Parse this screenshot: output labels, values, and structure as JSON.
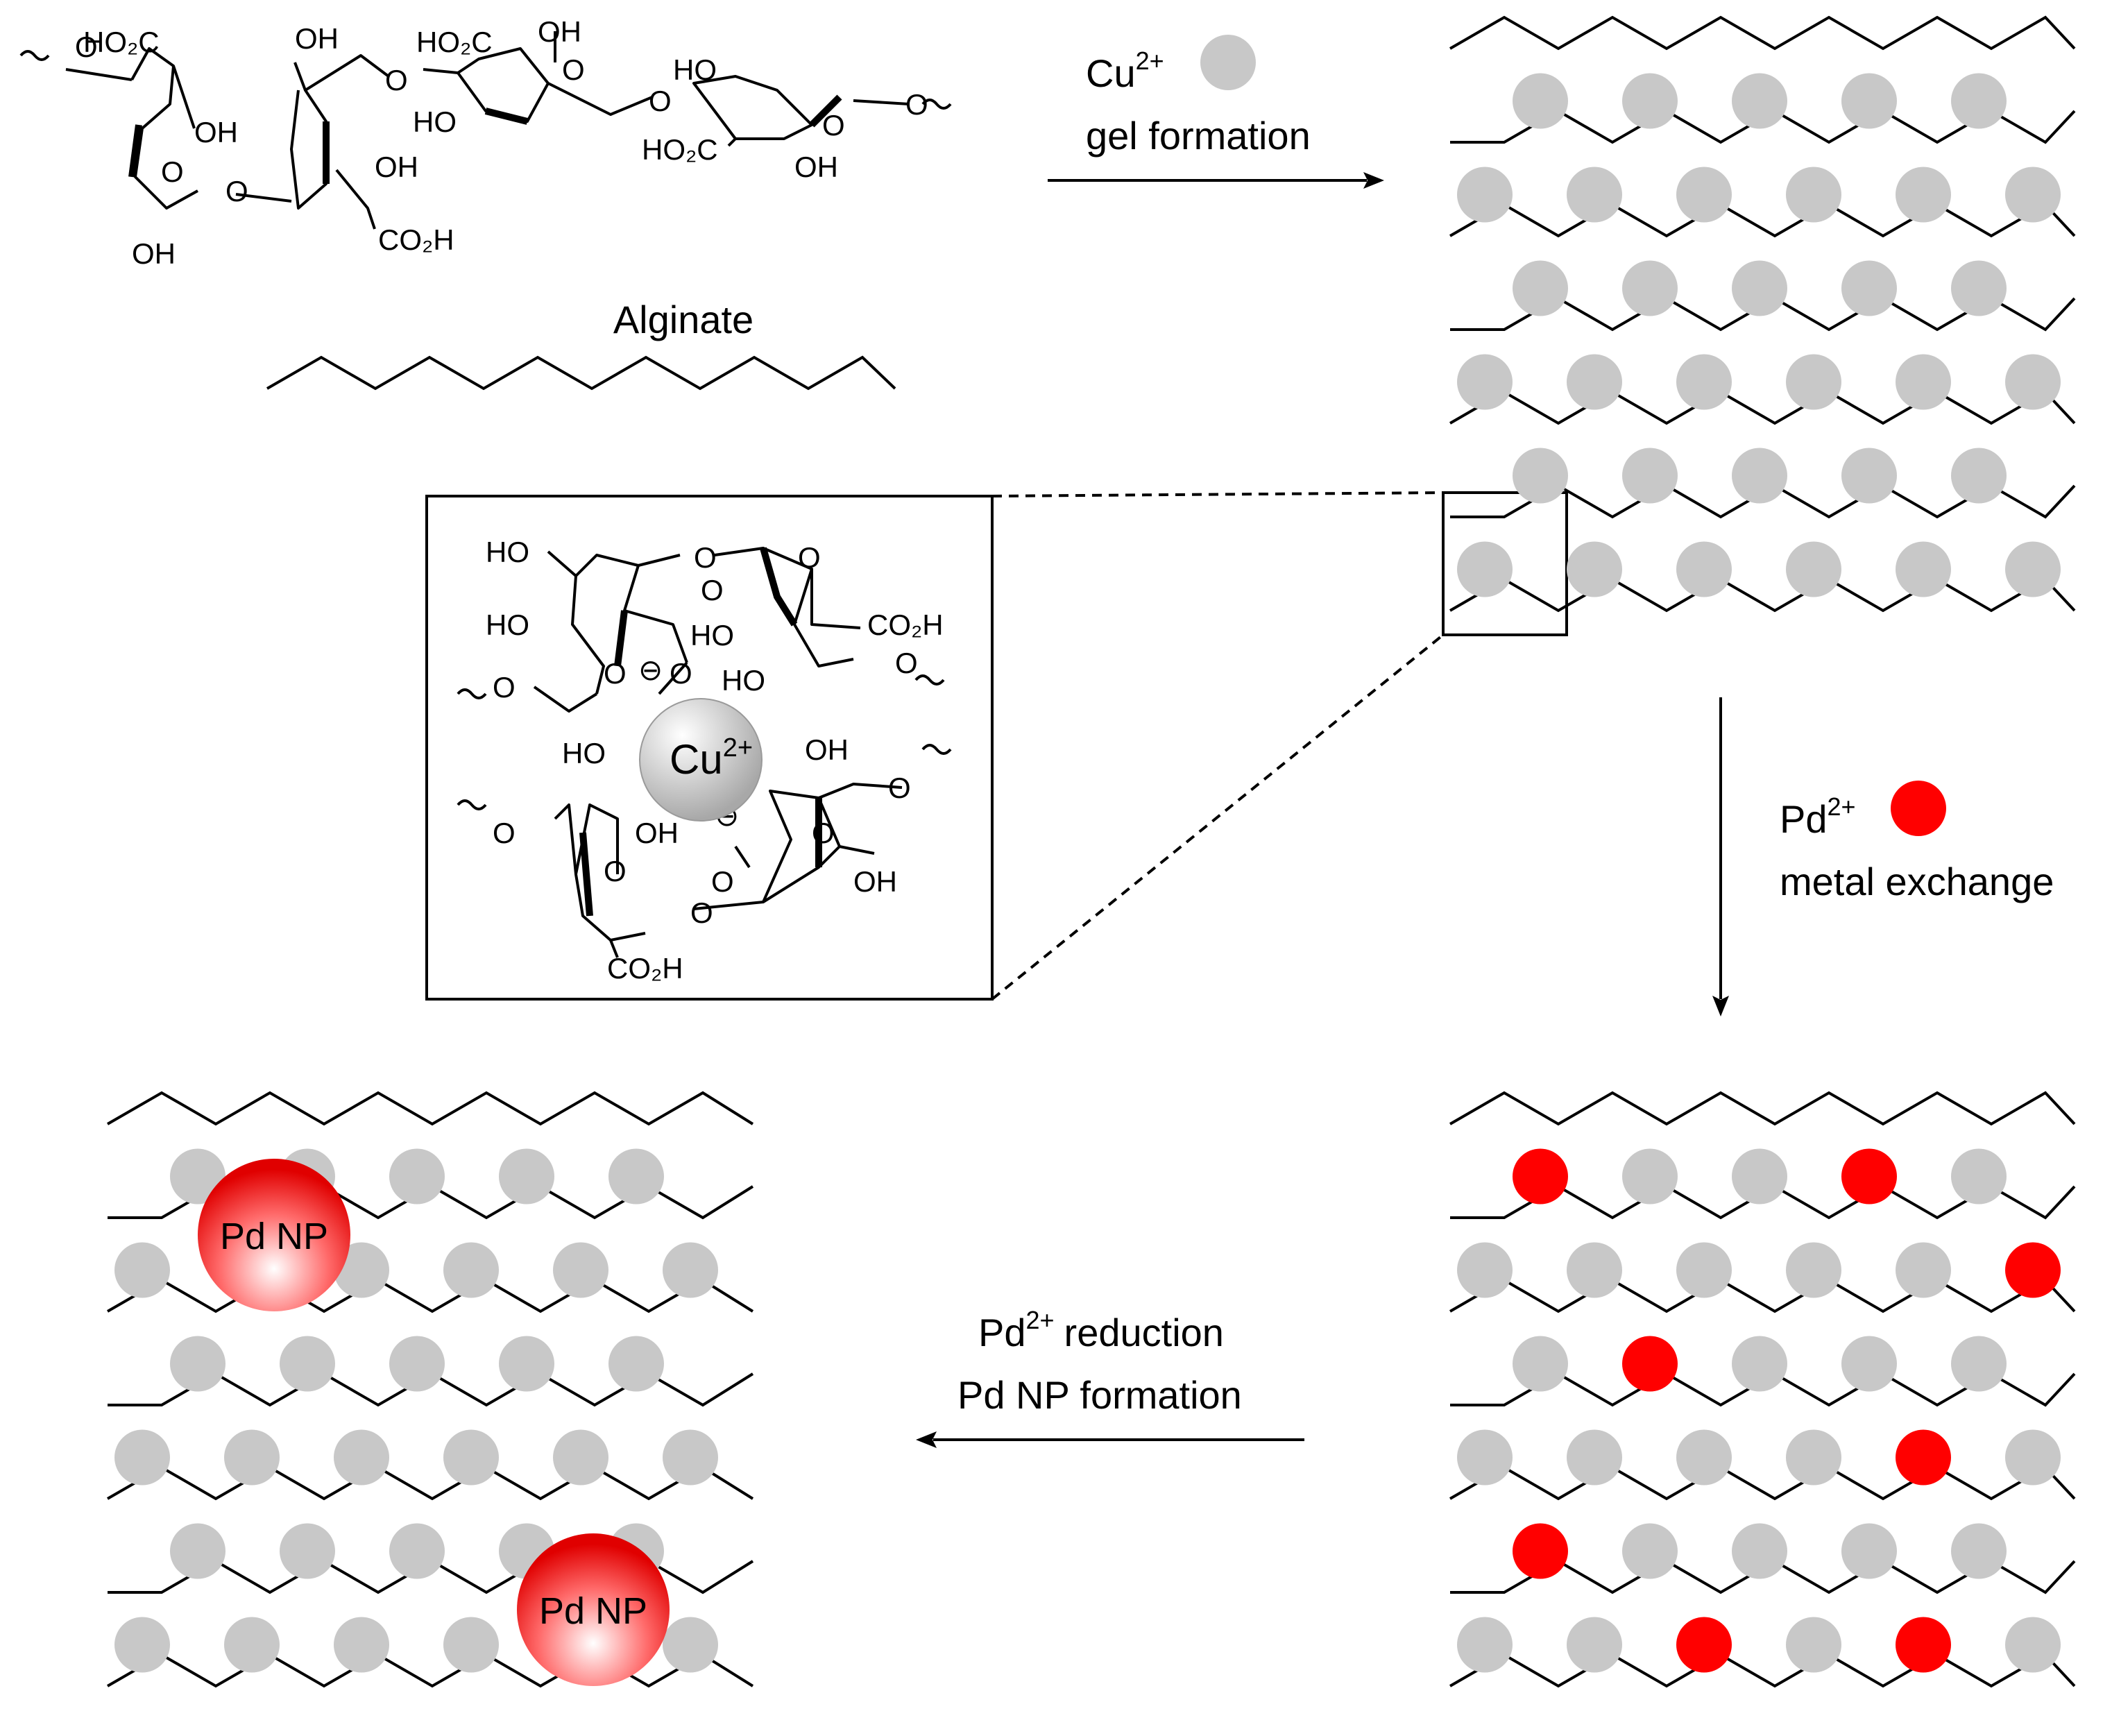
{
  "colors": {
    "line": "#000000",
    "copper_bead": "#c8c8c8",
    "palladium_bead": "#ff0000",
    "background": "#ffffff"
  },
  "labels": {
    "alginate": "Alginate",
    "cu_ion": "Cu",
    "cu_charge": "2+",
    "gel_formation": "gel formation",
    "pd_ion": "Pd",
    "pd_charge": "2+",
    "metal_exchange": "metal exchange",
    "pd_reduction": "reduction",
    "pd_np_formation": "Pd NP formation",
    "pd_np": "Pd NP"
  },
  "chem": {
    "ho2c": "HO₂C",
    "co2h": "CO₂H",
    "oh": "OH",
    "ho": "HO",
    "o": "O",
    "minus": "⊖",
    "cu": "Cu",
    "cu_charge": "2+"
  },
  "panels": {
    "cu_gel_red_beads": [],
    "pd_exchange_red_beads": [
      [
        0,
        0
      ],
      [
        0,
        3
      ],
      [
        1,
        5
      ],
      [
        2,
        1
      ],
      [
        3,
        4
      ],
      [
        4,
        0
      ],
      [
        5,
        2
      ],
      [
        5,
        4
      ]
    ]
  }
}
